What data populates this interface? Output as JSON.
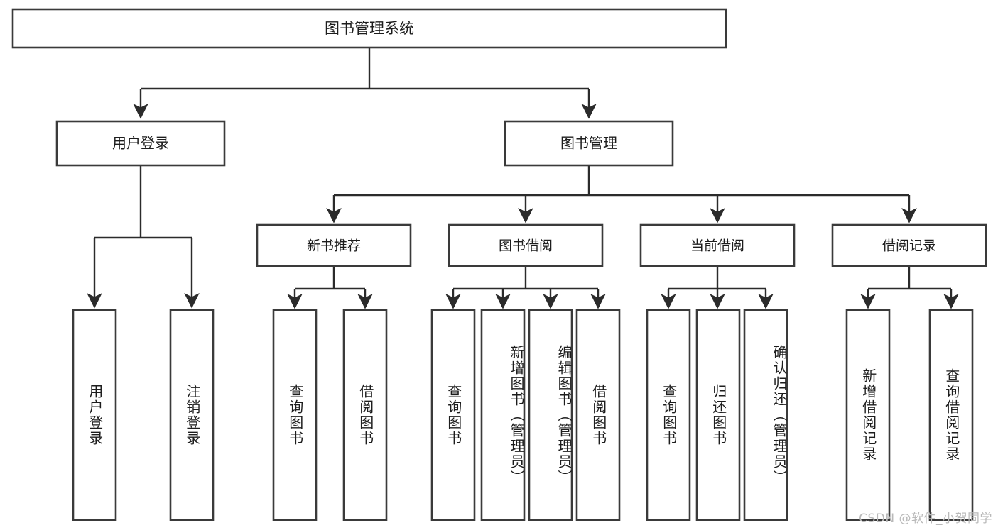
{
  "diagram": {
    "title": "图书管理系统",
    "watermark": "CSDN @软件_小贺同学",
    "type": "tree-hierarchy",
    "colors": {
      "box_stroke": "#3a3a3a",
      "box_fill": "#ffffff",
      "edge": "#2b2b2b",
      "text": "#1d1d1d",
      "watermark": "#b9b9b9",
      "background": "#ffffff"
    },
    "root": {
      "label": "图书管理系统"
    },
    "level1": [
      {
        "label": "用户登录"
      },
      {
        "label": "图书管理"
      }
    ],
    "level2": [
      {
        "label": "新书推荐"
      },
      {
        "label": "图书借阅"
      },
      {
        "label": "当前借阅"
      },
      {
        "label": "借阅记录"
      }
    ],
    "leaves": {
      "user_login": [
        {
          "label": "用户登录"
        },
        {
          "label": "注销登录"
        }
      ],
      "new_book_recommend": [
        {
          "label": "查询图书"
        },
        {
          "label": "借阅图书"
        }
      ],
      "book_borrow": [
        {
          "label": "查询图书"
        },
        {
          "label": "新增图书（管理员）"
        },
        {
          "label": "编辑图书（管理员）"
        },
        {
          "label": "借阅图书"
        }
      ],
      "current_borrow": [
        {
          "label": "查询图书"
        },
        {
          "label": "归还图书"
        },
        {
          "label": "确认归还（管理员）"
        }
      ],
      "borrow_record": [
        {
          "label": "新增借阅记录"
        },
        {
          "label": "查询借阅记录"
        }
      ]
    }
  }
}
